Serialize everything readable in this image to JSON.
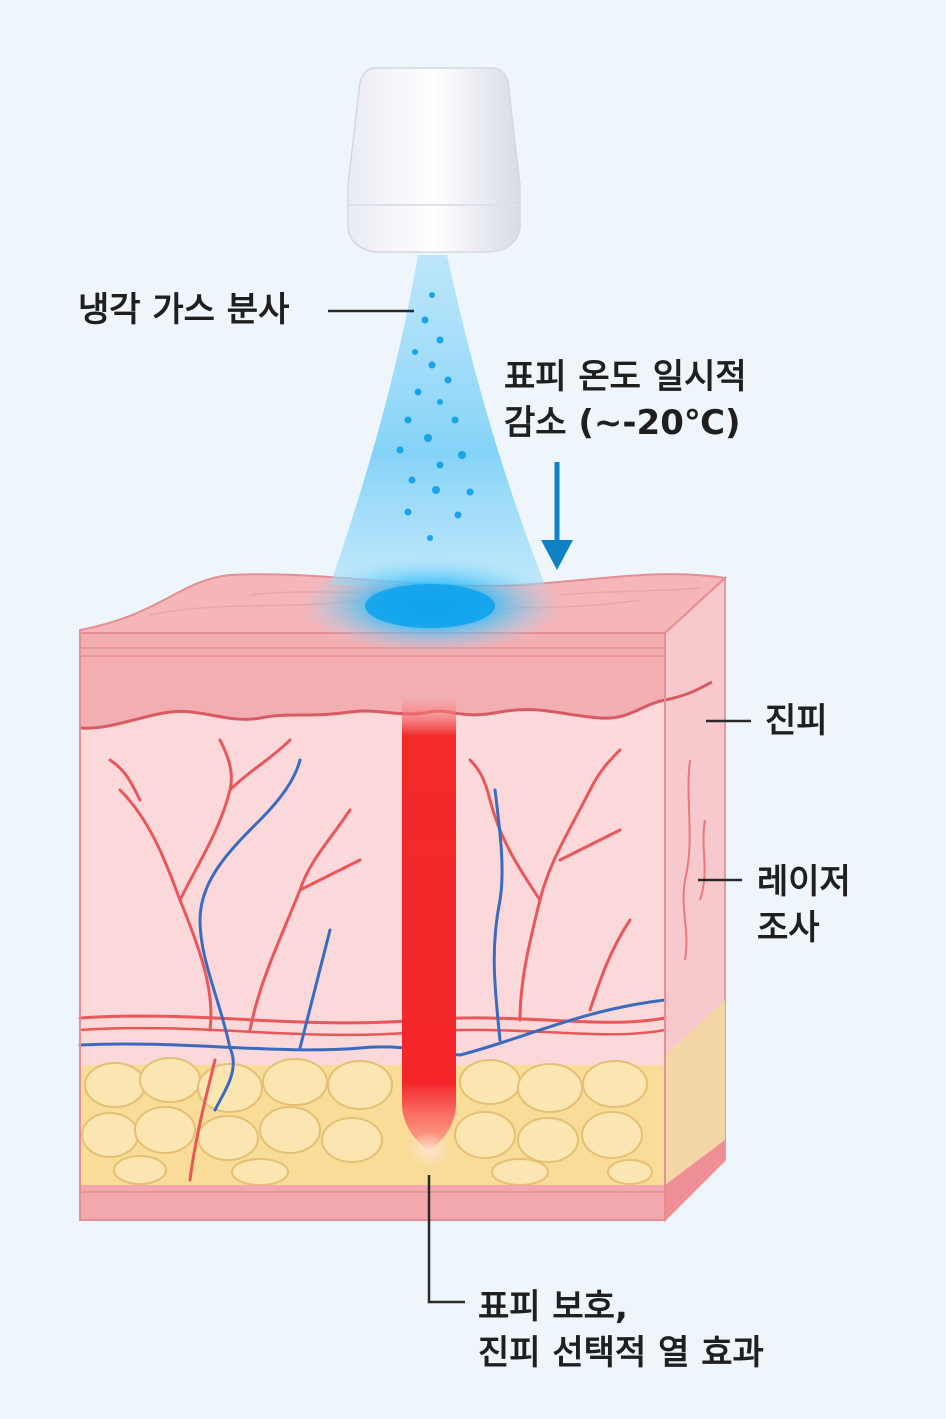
{
  "labels": {
    "cooling_spray": "냉각 가스 분사",
    "epidermis_temp": [
      "표피 온도 일시적",
      "감소 (~-20℃)"
    ],
    "dermis": "진피",
    "laser": [
      "레이저",
      "조사"
    ],
    "effect": [
      "표피 보호,",
      "진피 선택적 열 효과"
    ]
  },
  "colors": {
    "background": "#eef6fb",
    "cooling_gas": "#29b6f6",
    "arrow": "#1181c6",
    "laser_beam": "#f52a2a",
    "epidermis": "#f3b5b7",
    "dermis": "#fad6d8",
    "fat": "#f8d990",
    "artery": "#e8575a",
    "vein": "#3b6bbf"
  }
}
